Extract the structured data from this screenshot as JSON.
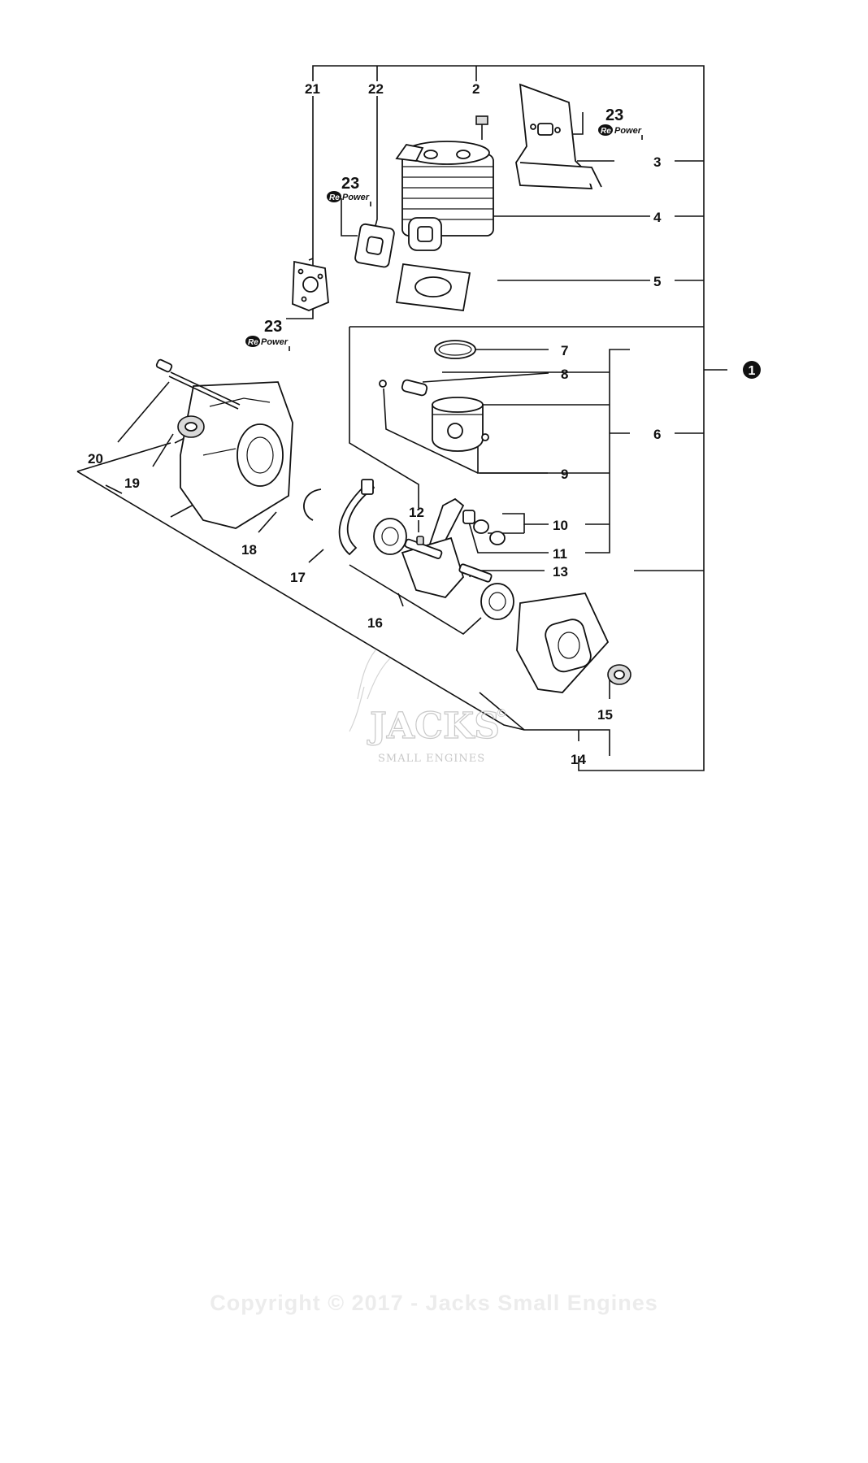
{
  "callouts": {
    "n1": "1",
    "n2": "2",
    "n3": "3",
    "n4": "4",
    "n5": "5",
    "n6": "6",
    "n7": "7",
    "n8": "8",
    "n9": "9",
    "n10": "10",
    "n11": "11",
    "n12": "12",
    "n13": "13",
    "n14": "14",
    "n15": "15",
    "n16": "16",
    "n17": "17",
    "n18": "18",
    "n19": "19",
    "n20": "20",
    "n21": "21",
    "n22": "22",
    "n23": "23"
  },
  "repower": {
    "badge": "Re",
    "word": "Power"
  },
  "watermark": {
    "brand": "JACKS",
    "sub": "SMALL ENGINES",
    "reg": "©"
  },
  "copyright": "Copyright © 2017 - Jacks Small Engines",
  "colors": {
    "ink": "#111111",
    "watermark": "#c8c8c8",
    "copyright": "#ececec"
  }
}
